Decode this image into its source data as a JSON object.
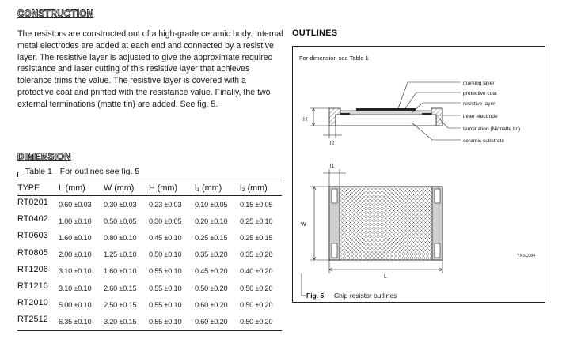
{
  "construction": {
    "heading": "CONSTRUCTION",
    "body": "The resistors are constructed out of a high-grade ceramic body. Internal metal electrodes are added at each end and connected by a resistive layer. The resistive layer is adjusted to give the approximate required resistance and laser cutting of this resistive layer that achieves tolerance trims the value. The resistive layer is covered with a protective coat and printed with the resistance value. Finally, the two external terminations (matte tin) are added. See fig. 5."
  },
  "dimension": {
    "heading": "DIMENSION",
    "table_label": "Table 1",
    "table_note": "For outlines see fig. 5",
    "columns": [
      "TYPE",
      "L (mm)",
      "W (mm)",
      "H (mm)",
      "l₁ (mm)",
      "l₂ (mm)"
    ],
    "rows": [
      [
        "RT0201",
        "0.60 ±0.03",
        "0.30 ±0.03",
        "0.23 ±0.03",
        "0.10 ±0.05",
        "0.15 ±0.05"
      ],
      [
        "RT0402",
        "1.00 ±0.10",
        "0.50 ±0.05",
        "0.30 ±0.05",
        "0.20 ±0.10",
        "0.25 ±0.10"
      ],
      [
        "RT0603",
        "1.60 ±0.10",
        "0.80 ±0.10",
        "0.45 ±0.10",
        "0.25 ±0.15",
        "0.25 ±0.15"
      ],
      [
        "RT0805",
        "2.00 ±0.10",
        "1.25 ±0.10",
        "0.50 ±0.10",
        "0.35 ±0.20",
        "0.35 ±0.20"
      ],
      [
        "RT1206",
        "3.10 ±0.10",
        "1.60 ±0.10",
        "0.55 ±0.10",
        "0.45 ±0.20",
        "0.40 ±0.20"
      ],
      [
        "RT1210",
        "3.10 ±0.10",
        "2.60 ±0.15",
        "0.55 ±0.10",
        "0.50 ±0.20",
        "0.50 ±0.20"
      ],
      [
        "RT2010",
        "5.00 ±0.10",
        "2.50 ±0.15",
        "0.55 ±0.10",
        "0.60 ±0.20",
        "0.50 ±0.20"
      ],
      [
        "RT2512",
        "6.35 ±0.10",
        "3.20 ±0.15",
        "0.55 ±0.10",
        "0.60 ±0.20",
        "0.50 ±0.20"
      ]
    ]
  },
  "outlines": {
    "heading": "OUTLINES",
    "figure_note": "For dimension see Table 1",
    "labels": {
      "marking_layer": "marking layer",
      "protective_coat": "protective coat",
      "resistive_layer": "resistive layer",
      "inner_electrode": "inner electrode",
      "termination": "termination (Ni/matte tin)",
      "ceramic_substrate": "ceramic substrate",
      "dim_H": "H",
      "dim_l2": "l2",
      "dim_l1": "l1",
      "dim_W": "W",
      "dim_L": "L",
      "code": "YNSC084"
    },
    "caption_label": "Fig. 5",
    "caption_text": "Chip resistor outlines"
  }
}
